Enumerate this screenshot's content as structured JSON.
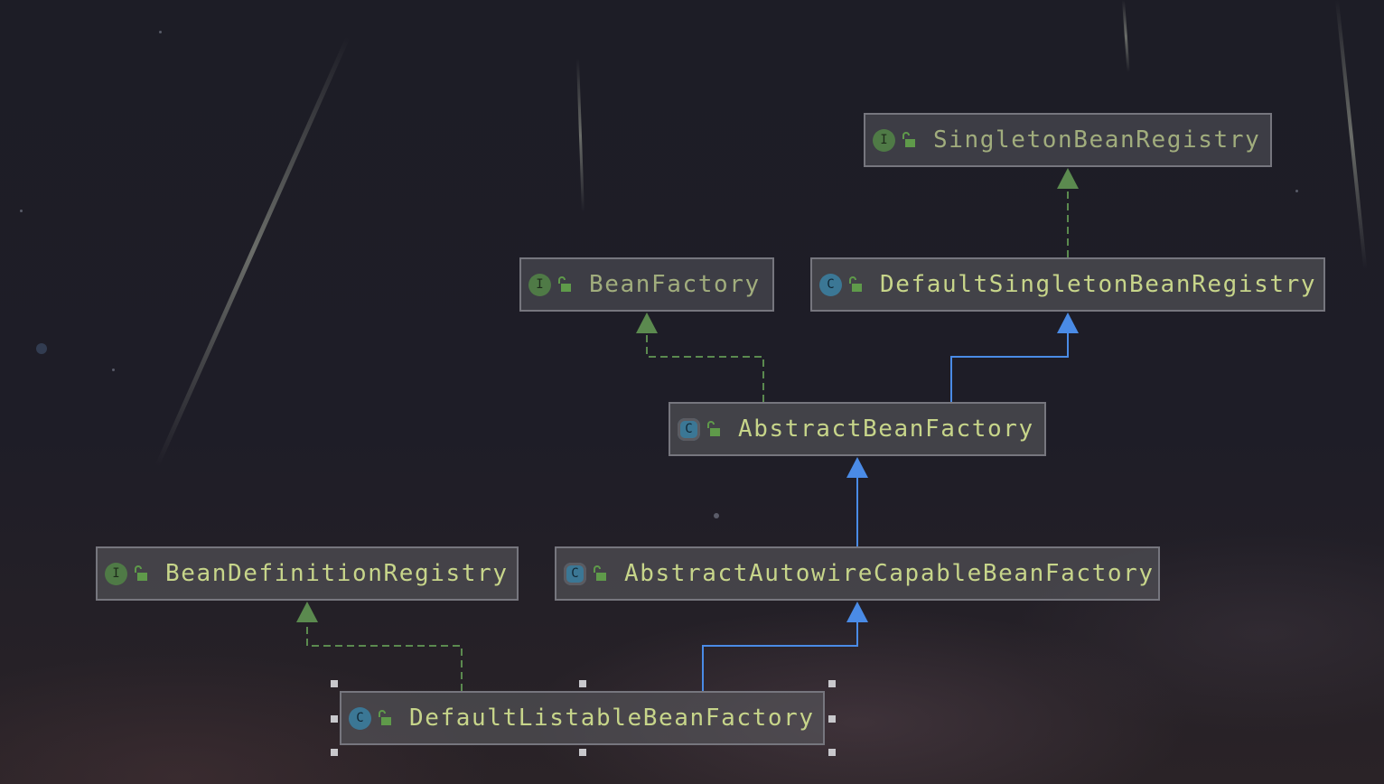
{
  "diagram": {
    "nodes": [
      {
        "id": "singleton-bean-registry",
        "name": "SingletonBeanRegistry",
        "kind": "interface",
        "kind_icon": "interface-icon",
        "visibility_icon": "public-lock-icon",
        "badge": "I"
      },
      {
        "id": "bean-factory",
        "name": "BeanFactory",
        "kind": "interface",
        "kind_icon": "interface-icon",
        "visibility_icon": "public-lock-icon",
        "badge": "I"
      },
      {
        "id": "default-singleton-bean-registry",
        "name": "DefaultSingletonBeanRegistry",
        "kind": "class",
        "kind_icon": "class-icon",
        "visibility_icon": "public-lock-icon",
        "badge": "C"
      },
      {
        "id": "abstract-bean-factory",
        "name": "AbstractBeanFactory",
        "kind": "abstract-class",
        "kind_icon": "abstract-class-icon",
        "visibility_icon": "public-lock-icon",
        "badge": "C"
      },
      {
        "id": "bean-definition-registry",
        "name": "BeanDefinitionRegistry",
        "kind": "interface",
        "kind_icon": "interface-icon",
        "visibility_icon": "public-lock-icon",
        "badge": "I"
      },
      {
        "id": "abstract-autowire-capable-bean-factory",
        "name": "AbstractAutowireCapableBeanFactory",
        "kind": "abstract-class",
        "kind_icon": "abstract-class-icon",
        "visibility_icon": "public-lock-icon",
        "badge": "C"
      },
      {
        "id": "default-listable-bean-factory",
        "name": "DefaultListableBeanFactory",
        "kind": "class",
        "kind_icon": "class-icon",
        "visibility_icon": "public-lock-icon",
        "badge": "C",
        "selected": true
      }
    ],
    "edges": [
      {
        "from": "default-singleton-bean-registry",
        "to": "singleton-bean-registry",
        "type": "implements"
      },
      {
        "from": "abstract-bean-factory",
        "to": "bean-factory",
        "type": "implements"
      },
      {
        "from": "abstract-bean-factory",
        "to": "default-singleton-bean-registry",
        "type": "extends"
      },
      {
        "from": "abstract-autowire-capable-bean-factory",
        "to": "abstract-bean-factory",
        "type": "extends"
      },
      {
        "from": "default-listable-bean-factory",
        "to": "bean-definition-registry",
        "type": "implements"
      },
      {
        "from": "default-listable-bean-factory",
        "to": "abstract-autowire-capable-bean-factory",
        "type": "extends"
      }
    ],
    "colors": {
      "implements_edge": "#5b8a4f",
      "extends_edge": "#4a8be6",
      "label_text": "#c7d58a",
      "node_border": "#76767e"
    }
  }
}
